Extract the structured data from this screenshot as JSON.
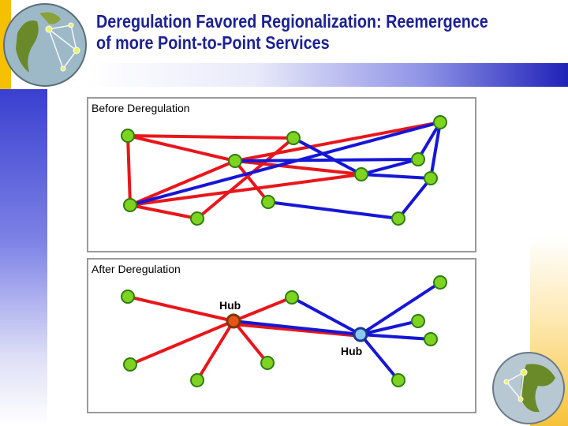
{
  "slide": {
    "title_line1": "Deregulation Favored Regionalization: Reemergence",
    "title_line2": "of more Point-to-Point Services"
  },
  "colors": {
    "red_route": "#e8161b",
    "blue_route": "#1616d6",
    "node_fill": "#7ed321",
    "node_stroke": "#2f7d0f",
    "hub_red_fill": "#e8531b",
    "hub_red_stroke": "#7a3a00",
    "hub_blue_fill": "#8ec6f5",
    "hub_blue_stroke": "#153a8f"
  },
  "panels": {
    "before": {
      "label": "Before Deregulation"
    },
    "after": {
      "label": "After Deregulation",
      "hub_label_1": "Hub",
      "hub_label_2": "Hub"
    }
  }
}
